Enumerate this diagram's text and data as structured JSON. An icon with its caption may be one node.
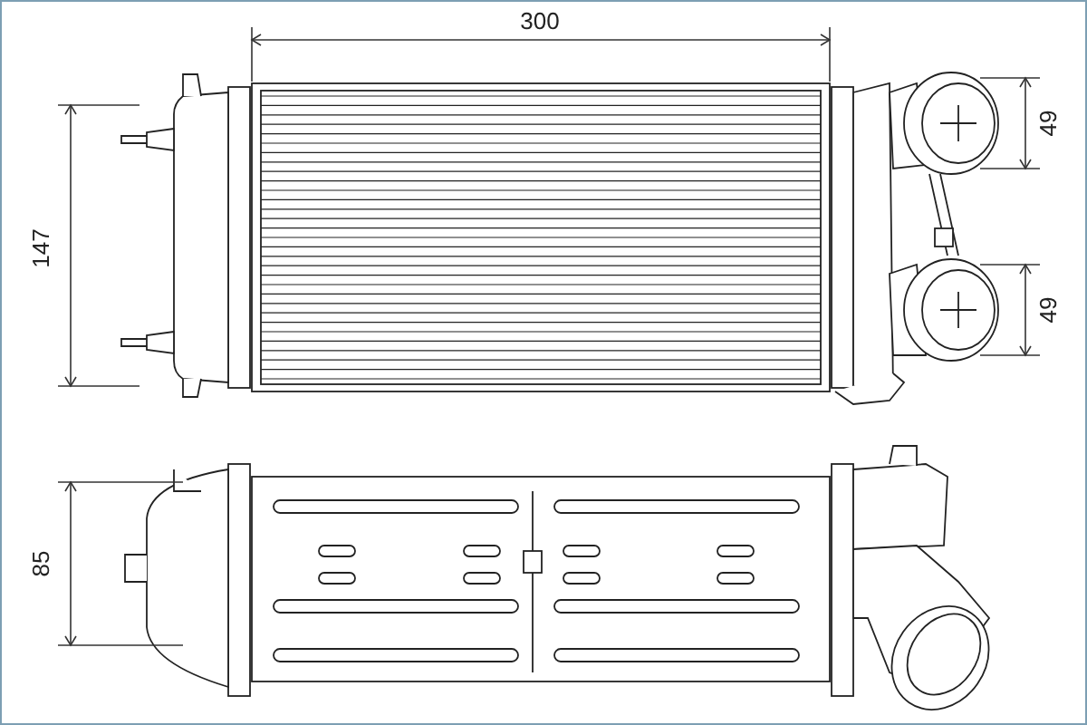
{
  "diagram": {
    "labels": [
      "300",
      "147",
      "49",
      "49",
      "85"
    ]
  }
}
